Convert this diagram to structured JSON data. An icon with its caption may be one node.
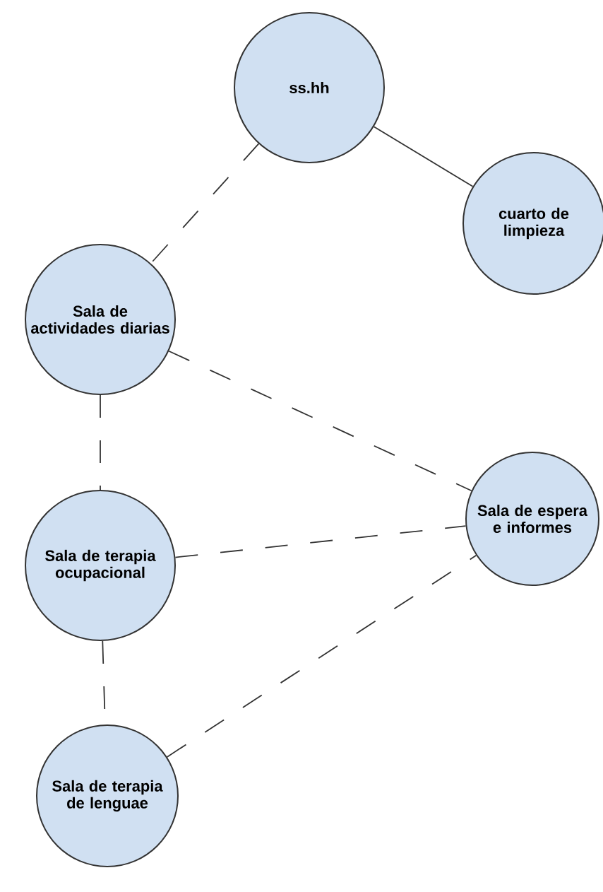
{
  "diagram": {
    "nodes": [
      {
        "text": [
          "ss.hh"
        ]
      },
      {
        "text": [
          "cuarto de limpieza"
        ]
      },
      {
        "text": [
          "Sala de actividades diarias"
        ]
      },
      {
        "text": [
          "Sala de espera e informes"
        ]
      },
      {
        "text": [
          "Sala de terapia ocupacional"
        ]
      },
      {
        "text": [
          "Sala de terapia de lenguae"
        ]
      }
    ],
    "edges": [
      {
        "from": 0,
        "to": 1,
        "arrow": "none"
      },
      {
        "from": 0,
        "to": 2,
        "arrow": "none",
        "style": "dashed"
      },
      {
        "from": 2,
        "to": 3,
        "arrow": "none",
        "style": "dashed"
      },
      {
        "from": 2,
        "to": 4,
        "arrow": "none",
        "style": "dashed"
      },
      {
        "from": 4,
        "to": 3,
        "arrow": "none",
        "style": "dashed"
      },
      {
        "from": 4,
        "to": 5,
        "arrow": "none",
        "style": "dashed"
      },
      {
        "from": 5,
        "to": 3,
        "arrow": "none",
        "style": "dashed"
      }
    ]
  }
}
